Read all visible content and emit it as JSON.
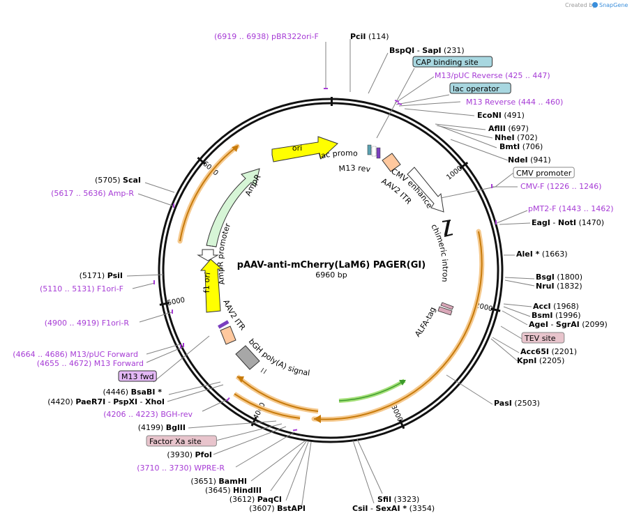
{
  "credit": "Created by",
  "brand": "SnapGene",
  "title": "pAAV-anti-mCherry(LaM6) PAGER(GI)",
  "length_label": "6960 bp",
  "colors": {
    "primer": "#a63bd5",
    "backbone": "#111111",
    "amp_fill": "#d6f5d6",
    "ori_fill": "#ffff00",
    "itr_fill": "#ffc89e",
    "polya_fill": "#a7a7a7",
    "cmv_fill": "#ffffff",
    "orf_band": "#f5c98e",
    "green_arrow": "#a6e07a"
  },
  "ticks": [
    {
      "bp": 1000,
      "label": "1000"
    },
    {
      "bp": 2000,
      "label": "2000"
    },
    {
      "bp": 3000,
      "label": "3000"
    },
    {
      "bp": 4000,
      "label": "4000"
    },
    {
      "bp": 5000,
      "label": "5000"
    },
    {
      "bp": 6000,
      "label": "6000"
    }
  ],
  "features": {
    "ori": "ori",
    "ampr": "AmpR",
    "ampr_promoter": "AmpR promoter",
    "f1_ori": "f1 ori",
    "aav2_itr_left": "AAV2 ITR",
    "aav2_itr_right": "AAV2 ITR",
    "lac_promoter": "lac promoter",
    "m13_rev": "M13 rev",
    "cmv_enhancer": "CMV enhancer",
    "chimeric_intron": "chimeric intron",
    "alfa_tag": "ALFA-tag",
    "bgh_polya": "bGH poly(A) signal"
  },
  "annotations": [
    {
      "id": "ann-pbr322ori-f",
      "kind": "primer",
      "text": "(6919 .. 6938)  pBR322ori-F"
    },
    {
      "id": "ann-pcii",
      "kind": "site",
      "name": "PciI",
      "pos": "(114)"
    },
    {
      "id": "ann-bspqi-sapi",
      "kind": "site2",
      "name": "BspQI",
      "name2": "SapI",
      "pos": "(231)"
    },
    {
      "id": "ann-cap",
      "kind": "box-blue",
      "text": "CAP binding site"
    },
    {
      "id": "ann-m13puc-rev",
      "kind": "primer",
      "text": "M13/pUC Reverse     (425 .. 447)"
    },
    {
      "id": "ann-lac-operator",
      "kind": "box-blue",
      "text": "lac operator"
    },
    {
      "id": "ann-m13-rev",
      "kind": "primer",
      "text": "M13 Reverse     (444 .. 460)"
    },
    {
      "id": "ann-econi",
      "kind": "site",
      "name": "EcoNI",
      "pos": "(491)"
    },
    {
      "id": "ann-aflii",
      "kind": "site",
      "name": "AflII",
      "pos": "(697)"
    },
    {
      "id": "ann-nhei",
      "kind": "site",
      "name": "NheI",
      "pos": "(702)"
    },
    {
      "id": "ann-bmti",
      "kind": "site",
      "name": "BmtI",
      "pos": "(706)"
    },
    {
      "id": "ann-ndei",
      "kind": "site",
      "name": "NdeI",
      "pos": "(941)"
    },
    {
      "id": "ann-cmv-promoter",
      "kind": "box-white",
      "text": "CMV promoter"
    },
    {
      "id": "ann-cmv-f",
      "kind": "primer",
      "text": "CMV-F     (1226 .. 1246)"
    },
    {
      "id": "ann-pmt2-f",
      "kind": "primer",
      "text": "pMT2-F     (1443 .. 1462)"
    },
    {
      "id": "ann-eagi-noti",
      "kind": "site2",
      "name": "EagI",
      "name2": "NotI",
      "pos": "(1470)"
    },
    {
      "id": "ann-alei",
      "kind": "site",
      "name": "AleI *",
      "pos": "(1663)"
    },
    {
      "id": "ann-bsgi",
      "kind": "site",
      "name": "BsgI",
      "pos": "(1800)"
    },
    {
      "id": "ann-nrui",
      "kind": "site",
      "name": "NruI",
      "pos": "(1832)"
    },
    {
      "id": "ann-acci",
      "kind": "site",
      "name": "AccI",
      "pos": "(1968)"
    },
    {
      "id": "ann-bsmi",
      "kind": "site",
      "name": "BsmI",
      "pos": "(1996)"
    },
    {
      "id": "ann-agei-sgrai",
      "kind": "site2",
      "name": "AgeI",
      "name2": "SgrAI",
      "pos": "(2099)"
    },
    {
      "id": "ann-tev",
      "kind": "box-pink",
      "text": "TEV site"
    },
    {
      "id": "ann-acc65i",
      "kind": "site",
      "name": "Acc65I",
      "pos": "(2201)"
    },
    {
      "id": "ann-kpni",
      "kind": "site",
      "name": "KpnI",
      "pos": "(2205)"
    },
    {
      "id": "ann-pasi",
      "kind": "site",
      "name": "PasI",
      "pos": "(2503)"
    },
    {
      "id": "ann-sfii",
      "kind": "site",
      "name": "SfiI",
      "pos": "(3323)"
    },
    {
      "id": "ann-csii-sexai",
      "kind": "site2",
      "name": "CsiI",
      "name2": "SexAI *",
      "pos": "(3354)"
    },
    {
      "id": "ann-bstapi",
      "kind": "site-left",
      "name": "BstAPI",
      "pos": "(3607)"
    },
    {
      "id": "ann-paqci",
      "kind": "site-left",
      "name": "PaqCI",
      "pos": "(3612)"
    },
    {
      "id": "ann-hindiii",
      "kind": "site-left",
      "name": "HindIII",
      "pos": "(3645)"
    },
    {
      "id": "ann-bamhi",
      "kind": "site-left",
      "name": "BamHI",
      "pos": "(3651)"
    },
    {
      "id": "ann-wpre-r",
      "kind": "primer",
      "text": "(3710 .. 3730)  WPRE-R"
    },
    {
      "id": "ann-pfoi",
      "kind": "site-left",
      "name": "PfoI",
      "pos": "(3930)"
    },
    {
      "id": "ann-factor-xa",
      "kind": "box-pink",
      "text": "Factor Xa site"
    },
    {
      "id": "ann-bglii",
      "kind": "site-left",
      "name": "BglII",
      "pos": "(4199)"
    },
    {
      "id": "ann-bgh-rev",
      "kind": "primer",
      "text": "(4206 .. 4223)  BGH-rev"
    },
    {
      "id": "ann-paer7i",
      "kind": "site3",
      "pos": "(4420)",
      "name": "PaeR7I",
      "name2": "PspXI",
      "name3": "XhoI"
    },
    {
      "id": "ann-bsabi",
      "kind": "site-left",
      "name": "BsaBI *",
      "pos": "(4446)"
    },
    {
      "id": "ann-m13-fwd",
      "kind": "box-purple",
      "text": "M13 fwd"
    },
    {
      "id": "ann-m13-forward",
      "kind": "primer",
      "text": "(4655 .. 4672)  M13 Forward"
    },
    {
      "id": "ann-m13puc-forward",
      "kind": "primer",
      "text": "(4664 .. 4686)  M13/pUC Forward"
    },
    {
      "id": "ann-f1ori-r",
      "kind": "primer",
      "text": "(4900 .. 4919)  F1ori-R"
    },
    {
      "id": "ann-f1ori-f",
      "kind": "primer",
      "text": "(5110 .. 5131)  F1ori-F"
    },
    {
      "id": "ann-psii",
      "kind": "site-left",
      "name": "PsiI",
      "pos": "(5171)"
    },
    {
      "id": "ann-amp-r",
      "kind": "primer",
      "text": "(5617 .. 5636)  Amp-R"
    },
    {
      "id": "ann-scai",
      "kind": "site-left",
      "name": "ScaI",
      "pos": "(5705)"
    }
  ]
}
